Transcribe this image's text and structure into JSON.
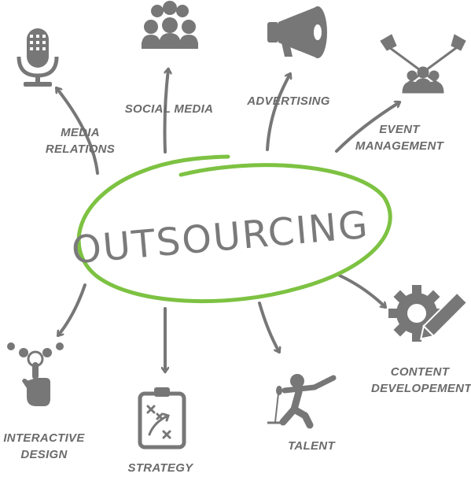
{
  "center": {
    "text": "OUTSOURCING",
    "ring_color": "#7dc242"
  },
  "colors": {
    "icon": "#777777",
    "arrow": "#777777",
    "label": "#6b6b6b"
  },
  "nodes": [
    {
      "id": "media-relations",
      "lines": [
        "MEDIA",
        "RELATIONS"
      ],
      "icon": "microphone-icon"
    },
    {
      "id": "social-media",
      "lines": [
        "SOCIAL MEDIA"
      ],
      "icon": "people-group-icon"
    },
    {
      "id": "advertising",
      "lines": [
        "ADVERTISING"
      ],
      "icon": "megaphone-icon"
    },
    {
      "id": "event-management",
      "lines": [
        "EVENT",
        "MANAGEMENT"
      ],
      "icon": "stage-spotlights-icon"
    },
    {
      "id": "content-development",
      "lines": [
        "CONTENT",
        "DEVELOPEMENT"
      ],
      "icon": "gear-pencil-icon"
    },
    {
      "id": "talent",
      "lines": [
        "TALENT"
      ],
      "icon": "singer-icon"
    },
    {
      "id": "strategy",
      "lines": [
        "STRATEGY"
      ],
      "icon": "clipboard-plan-icon"
    },
    {
      "id": "interactive-design",
      "lines": [
        "INTERACTIVE",
        "DESIGN"
      ],
      "icon": "touch-hand-icon"
    }
  ]
}
